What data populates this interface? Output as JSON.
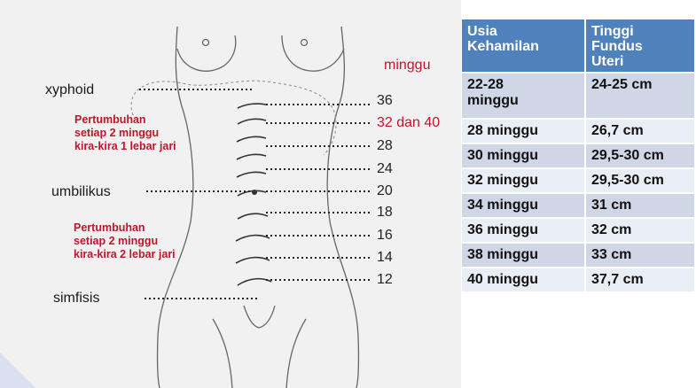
{
  "diagram": {
    "minggu_header": "minggu",
    "landmarks": {
      "xyphoid": "xyphoid",
      "umbilikus": "umbilikus",
      "simfisis": "simfisis"
    },
    "growth_note_1": [
      "Pertumbuhan",
      "setiap 2 minggu",
      "kira-kira 1 lebar jari"
    ],
    "growth_note_2": [
      "Pertumbuhan",
      "setiap 2 minggu",
      "kira-kira 2 lebar jari"
    ],
    "week_marks": [
      "36",
      "32 dan 40",
      "28",
      "24",
      "20",
      "18",
      "16",
      "14",
      "12"
    ],
    "colors": {
      "red_text": "#c0152a",
      "body_outline": "#555555"
    }
  },
  "table": {
    "headers": [
      "Usia Kehamilan",
      "Tinggi Fundus Uteri"
    ],
    "header_lines": [
      [
        "Usia",
        "Kehamilan"
      ],
      [
        "Tinggi",
        "Fundus",
        "Uteri"
      ]
    ],
    "rows": [
      {
        "usia": [
          "22-28",
          "minggu"
        ],
        "tinggi": "24-25 cm"
      },
      {
        "usia": [
          "28 minggu"
        ],
        "tinggi": "26,7 cm"
      },
      {
        "usia": [
          "30 minggu"
        ],
        "tinggi": "29,5-30 cm"
      },
      {
        "usia": [
          "32 minggu"
        ],
        "tinggi": "29,5-30 cm"
      },
      {
        "usia": [
          "34 minggu"
        ],
        "tinggi": "31 cm"
      },
      {
        "usia": [
          "36 minggu"
        ],
        "tinggi": "32 cm"
      },
      {
        "usia": [
          "38 minggu"
        ],
        "tinggi": "33 cm"
      },
      {
        "usia": [
          "40 minggu"
        ],
        "tinggi": "37,7 cm"
      }
    ],
    "colors": {
      "header_bg": "#4f81bd",
      "row_alt": "#cfd7e6",
      "row_plain": "#e9edf4"
    }
  }
}
